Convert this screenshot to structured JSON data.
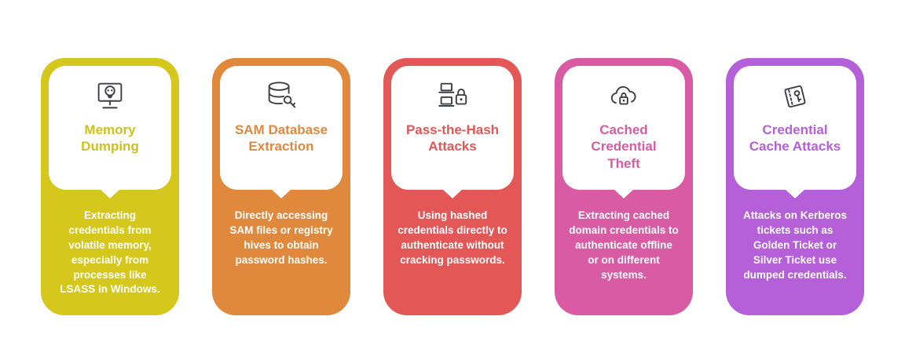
{
  "page": {
    "background": "#ffffff"
  },
  "cards": [
    {
      "id": "memory-dumping",
      "icon": "monitor-skull-icon",
      "title": "Memory Dumping",
      "description": "Extracting credentials from volatile memory, especially from processes like LSASS in Windows.",
      "color": "#d5c71b",
      "title_color": "#cfc11d"
    },
    {
      "id": "sam-database-extraction",
      "icon": "database-key-icon",
      "title": "SAM Database Extraction",
      "description": "Directly accessing SAM files or registry hives to obtain password hashes.",
      "color": "#e0893c",
      "title_color": "#e0893c"
    },
    {
      "id": "pass-the-hash-attacks",
      "icon": "devices-lock-icon",
      "title": "Pass-the-Hash Attacks",
      "description": "Using hashed credentials directly to authenticate without cracking passwords.",
      "color": "#e35757",
      "title_color": "#e35757"
    },
    {
      "id": "cached-credential-theft",
      "icon": "cloud-lock-icon",
      "title": "Cached Credential Theft",
      "description": "Extracting cached domain credentials to authenticate offline or on different systems.",
      "color": "#d85ba3",
      "title_color": "#d85ba3"
    },
    {
      "id": "credential-cache-attacks",
      "icon": "ticket-key-icon",
      "title": "Credential Cache Attacks",
      "description": "Attacks on Kerberos tickets such as Golden Ticket or Silver Ticket use dumped credentials.",
      "color": "#b55fd9",
      "title_color": "#b55fd9"
    }
  ]
}
